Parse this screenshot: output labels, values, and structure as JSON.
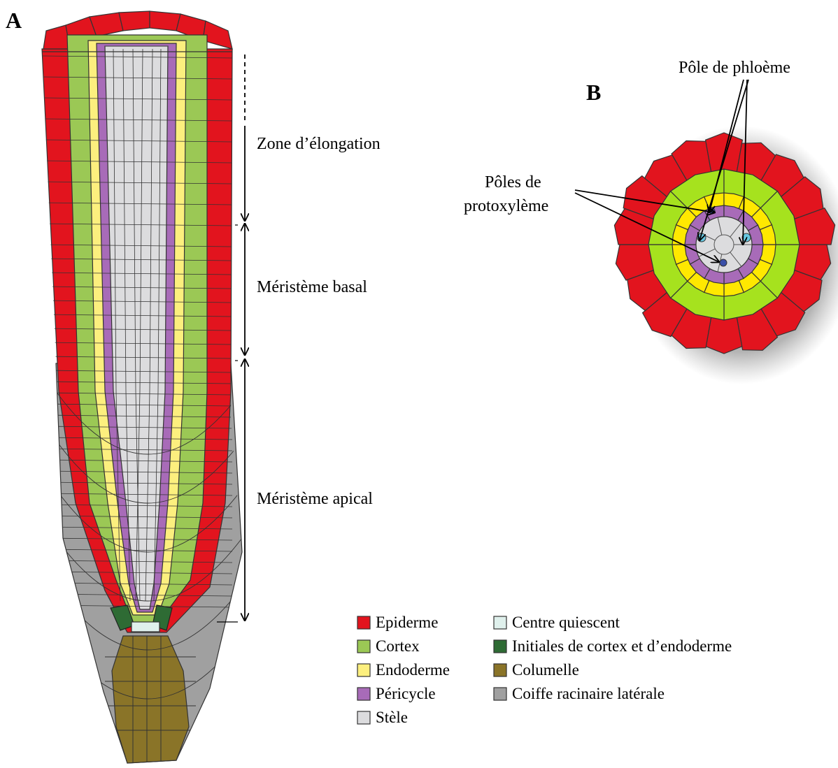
{
  "panels": {
    "a": "A",
    "b": "B"
  },
  "zones": {
    "elongation": "Zone d’élongation",
    "basal": "Méristème basal",
    "apical": "Méristème apical"
  },
  "cross_section": {
    "phloem_label": "Pôle de phloème",
    "protoxylem_line1": "Pôles de",
    "protoxylem_line2": "protoxylème"
  },
  "legend": [
    {
      "label": "Epiderme",
      "color": "#e2141e"
    },
    {
      "label": "Cortex",
      "color": "#9bc855"
    },
    {
      "label": "Endoderme",
      "color": "#fcef7e"
    },
    {
      "label": "Péricycle",
      "color": "#a86bb8"
    },
    {
      "label": "Stèle",
      "color": "#dcdcde"
    },
    {
      "label": "Centre quiescent",
      "color": "#dff0ec"
    },
    {
      "label": "Initiales de cortex et d’endoderme",
      "color": "#2e6b34"
    },
    {
      "label": "Columelle",
      "color": "#8a7428"
    },
    {
      "label": "Coiffe racinaire latérale",
      "color": "#a0a0a0"
    }
  ]
}
